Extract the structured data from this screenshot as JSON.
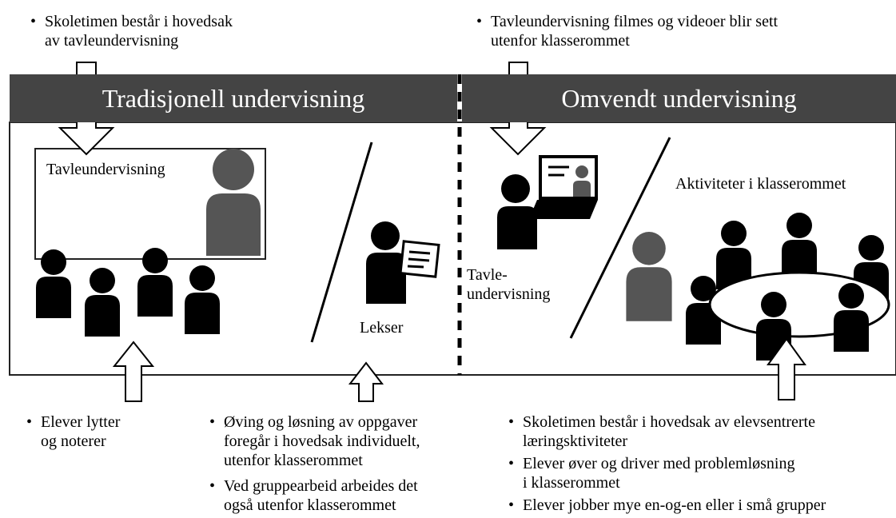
{
  "headers": {
    "left": "Tradisjonell undervisning",
    "right": "Omvendt undervisning"
  },
  "top_notes": {
    "left": "Skoletimen består i hovedsak\nav tavleundervisning",
    "right": "Tavleundervisning filmes og videoer blir sett\nutenfor klasserommet"
  },
  "labels": {
    "board": "Tavleundervisning",
    "homework": "Lekser",
    "video_lecture": "Tavle-\nundervisning",
    "activities": "Aktiviteter i klasserommet"
  },
  "bottom_notes": {
    "left": [
      "Elever lytter\nog noterer"
    ],
    "middle": [
      "Øving og løsning av oppgaver\nforegår i hovedsak individuelt,\nutenfor klasserommet",
      "Ved gruppearbeid arbeides det\nogså utenfor klasserommet"
    ],
    "right": [
      "Skoletimen består i hovedsak av elevsentrerte\nlæringsktiviteter",
      "Elever øver og driver med problemløsning\ni klasserommet",
      "Elever jobber mye en-og-en eller i små grupper"
    ]
  },
  "colors": {
    "header_bg": "#444444",
    "person_dark": "#000000",
    "person_teacher": "#555555"
  }
}
